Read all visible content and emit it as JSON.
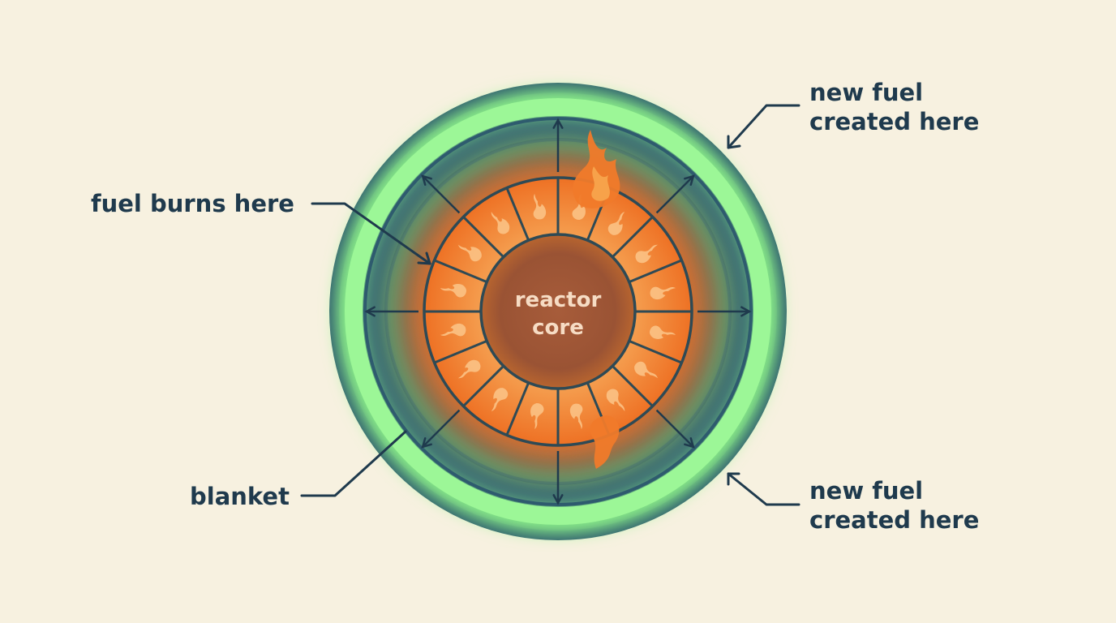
{
  "labels": {
    "top_right_line1": "new fuel",
    "top_right_line2": "created here",
    "bottom_right_line1": "new fuel",
    "bottom_right_line2": "created here",
    "left_upper": "fuel burns here",
    "left_lower": "blanket",
    "core_line1": "reactor",
    "core_line2": "core"
  },
  "colors": {
    "background": "#f7f1e0",
    "outline": "#2e5b6e",
    "blanket_glow": "#8ef58a",
    "fuel_ring": "#f07a2a",
    "core": "#a35a37",
    "text": "#1f3a4d"
  },
  "icons": [
    "flame-icon",
    "arrow-icon"
  ],
  "fuel_ring_segments": 16
}
